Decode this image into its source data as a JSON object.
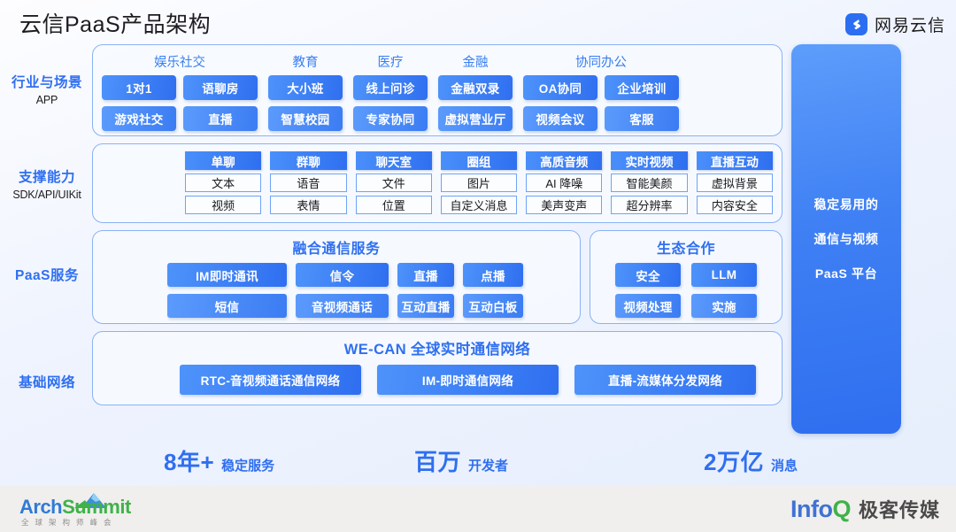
{
  "header": {
    "title": "云信PaaS产品架构",
    "brand_name": "网易云信",
    "brand_icon": "yunxin-logo-icon"
  },
  "industry": {
    "label_main": "行业与场景",
    "label_sub": "APP",
    "groups": [
      {
        "title": "娱乐社交",
        "cols": [
          [
            "1对1",
            "游戏社交"
          ],
          [
            "语聊房",
            "直播"
          ]
        ]
      },
      {
        "title": "教育",
        "cols": [
          [
            "大小班",
            "智慧校园"
          ]
        ]
      },
      {
        "title": "医疗",
        "cols": [
          [
            "线上问诊",
            "专家协同"
          ]
        ]
      },
      {
        "title": "金融",
        "cols": [
          [
            "金融双录",
            "虚拟营业厅"
          ]
        ]
      },
      {
        "title": "协同办公",
        "cols": [
          [
            "OA协同",
            "视频会议"
          ],
          [
            "企业培训",
            "客服"
          ]
        ]
      }
    ]
  },
  "capability": {
    "label_main": "支撑能力",
    "label_sub": "SDK/API/UIKit",
    "columns": [
      {
        "head": "单聊",
        "items": [
          "文本",
          "视频"
        ]
      },
      {
        "head": "群聊",
        "items": [
          "语音",
          "表情"
        ]
      },
      {
        "head": "聊天室",
        "items": [
          "文件",
          "位置"
        ]
      },
      {
        "head": "圈组",
        "items": [
          "图片",
          "自定义消息"
        ]
      },
      {
        "head": "高质音频",
        "items": [
          "AI 降噪",
          "美声变声"
        ]
      },
      {
        "head": "实时视频",
        "items": [
          "智能美颜",
          "超分辨率"
        ]
      },
      {
        "head": "直播互动",
        "items": [
          "虚拟背景",
          "内容安全"
        ]
      }
    ]
  },
  "paas": {
    "label_main": "PaaS服务",
    "main_title": "融合通信服务",
    "row1": [
      "IM即时通讯",
      "信令",
      "直播",
      "点播"
    ],
    "row2": [
      "短信",
      "音视频通话",
      "互动直播",
      "互动白板"
    ],
    "eco_title": "生态合作",
    "eco_row1": [
      "安全",
      "LLM"
    ],
    "eco_row2": [
      "视频处理",
      "实施"
    ]
  },
  "network": {
    "label_main": "基础网络",
    "title": "WE-CAN 全球实时通信网络",
    "items": [
      "RTC-音视频通话通信网络",
      "IM-即时通信网络",
      "直播-流媒体分发网络"
    ]
  },
  "right_panel": {
    "lines": [
      "稳定易用的",
      "通信与视频",
      "PaaS 平台"
    ]
  },
  "stats": [
    {
      "num": "8年+",
      "cap": "稳定服务"
    },
    {
      "num": "百万",
      "cap": "开发者"
    },
    {
      "num": "2万亿",
      "cap": "消息"
    }
  ],
  "footer": {
    "archsummit_arch": "Arch",
    "archsummit_summit": "Summit",
    "archsummit_sub": "全球架构师峰会",
    "infoq_info": "Info",
    "infoq_q": "Q",
    "infoq_cn": "极客传媒"
  },
  "colors": {
    "accent": "#2f6ff0",
    "accent_light": "#5c9bfc",
    "border": "#8ab2f5",
    "footer_bg": "#f0efed",
    "green": "#3fb24a"
  }
}
